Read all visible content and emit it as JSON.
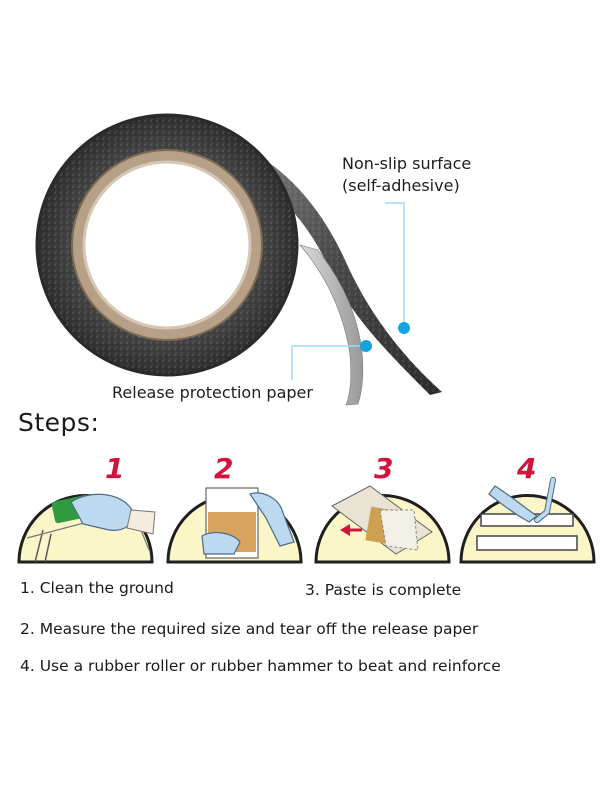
{
  "callouts": {
    "surface_line1": "Non-slip surface",
    "surface_line2": "(self-adhesive)",
    "release_paper": "Release protection paper"
  },
  "steps_heading": "Steps:",
  "badges": [
    {
      "number": "1"
    },
    {
      "number": "2"
    },
    {
      "number": "3"
    },
    {
      "number": "4"
    }
  ],
  "steps": [
    {
      "text": "1. Clean the ground"
    },
    {
      "text": "2. Measure the required size and tear off the release paper"
    },
    {
      "text": "3. Paste is complete"
    },
    {
      "text": "4. Use a rubber roller or rubber hammer to beat and reinforce"
    }
  ],
  "colors": {
    "badge_fill": "#fbf6c7",
    "badge_outline": "#1f1f1f",
    "step_number": "#d1143b",
    "callout_line": "#9fdcef",
    "callout_dot": "#16a4e0",
    "tape_grit": "#3f3f3f"
  }
}
